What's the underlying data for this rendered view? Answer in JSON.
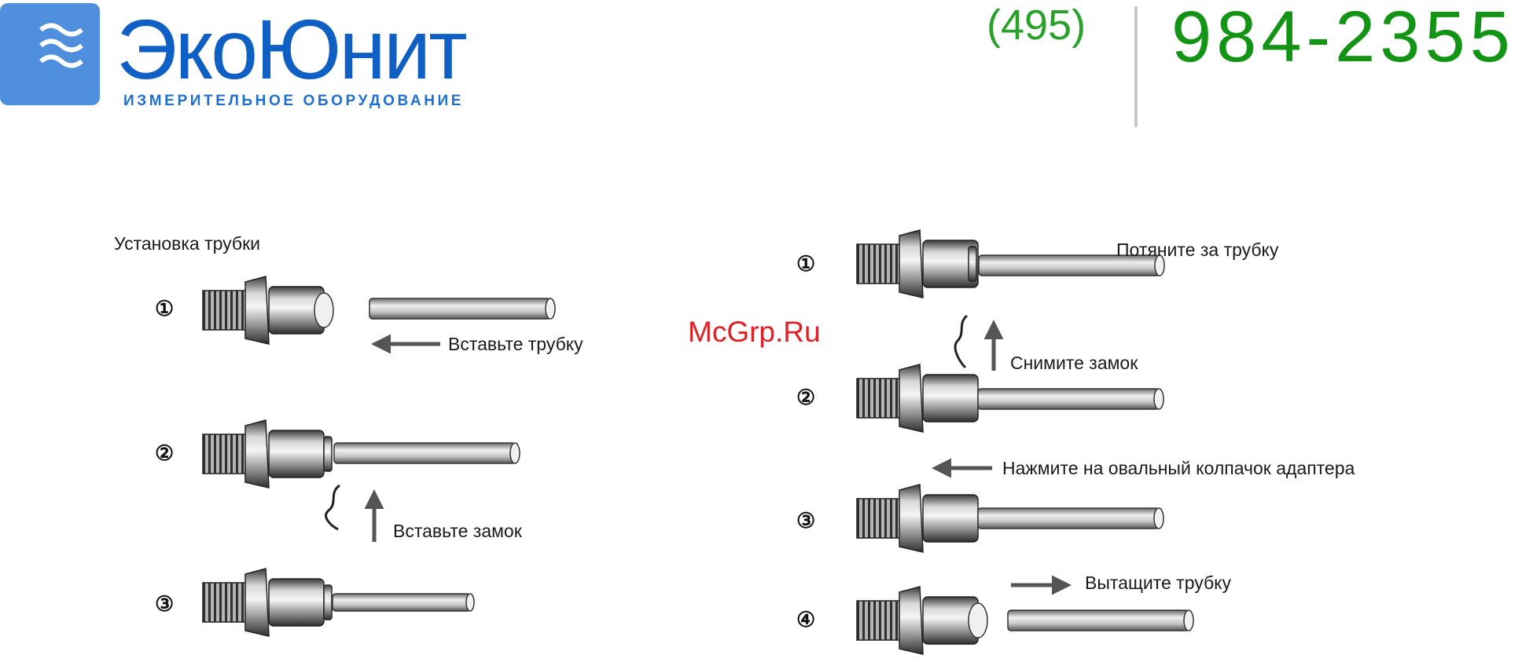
{
  "header": {
    "logo": {
      "word": "ЭкоЮнит",
      "tagline": "ИЗМЕРИТЕЛЬНОЕ ОБОРУДОВАНИЕ",
      "icon": "waves-icon"
    },
    "phone": {
      "code": "(495)",
      "number": "984-2355"
    }
  },
  "watermark": "McGrp.Ru",
  "install": {
    "title": "Установка трубки",
    "steps": [
      {
        "number": "1",
        "label": "Вставьте трубку"
      },
      {
        "number": "2",
        "label": "Вставьте замок"
      },
      {
        "number": "3",
        "label": ""
      }
    ]
  },
  "remove": {
    "steps": [
      {
        "number": "1",
        "label": "Потяните за трубку"
      },
      {
        "number": "2",
        "label": "Снимите замок"
      },
      {
        "number": "3",
        "label": "Нажмите на овальный колпачок адаптера"
      },
      {
        "number": "4",
        "label": "Вытащите трубку"
      }
    ]
  },
  "colors": {
    "logo_blue": "#0f5fc4",
    "phone_green": "#149414",
    "watermark_red": "#e21f26"
  }
}
